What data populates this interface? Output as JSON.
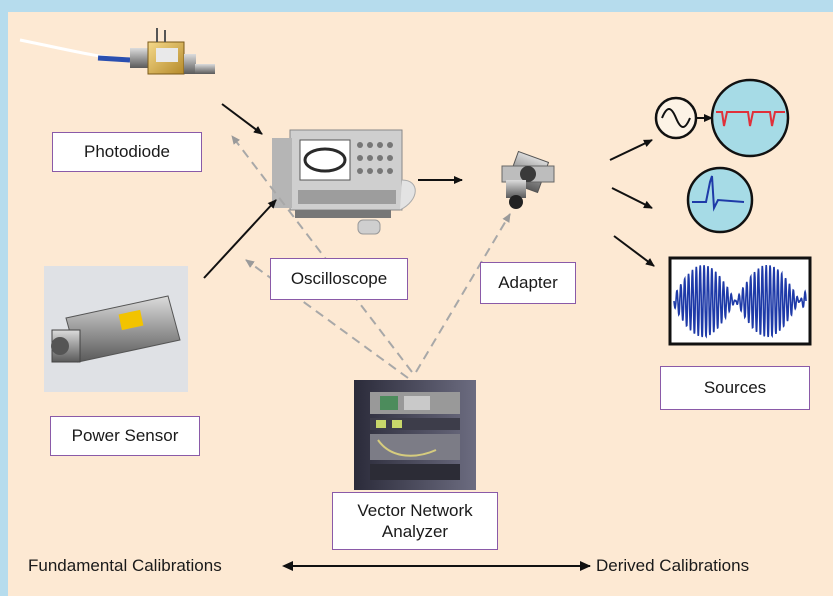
{
  "labels": {
    "photodiode": "Photodiode",
    "oscilloscope": "Oscilloscope",
    "adapter": "Adapter",
    "sources": "Sources",
    "power_sensor": "Power Sensor",
    "vna": "Vector Network\nAnalyzer"
  },
  "axis": {
    "left": "Fundamental Calibrations",
    "right": "Derived Calibrations"
  },
  "colors": {
    "frame": "#b6dced",
    "panel": "#fde9d3",
    "label_border": "#8a5aa8",
    "trace_red": "#e0303a",
    "trace_blue": "#1e3aa8",
    "scope_screen": "#a6dbe6"
  },
  "icons": {
    "photodiode": "photodiode-device-icon",
    "oscilloscope": "oscilloscope-instrument-icon",
    "adapter": "coaxial-adapter-icon",
    "power_sensor": "power-sensor-probe-icon",
    "vna": "network-analyzer-rack-icon"
  }
}
